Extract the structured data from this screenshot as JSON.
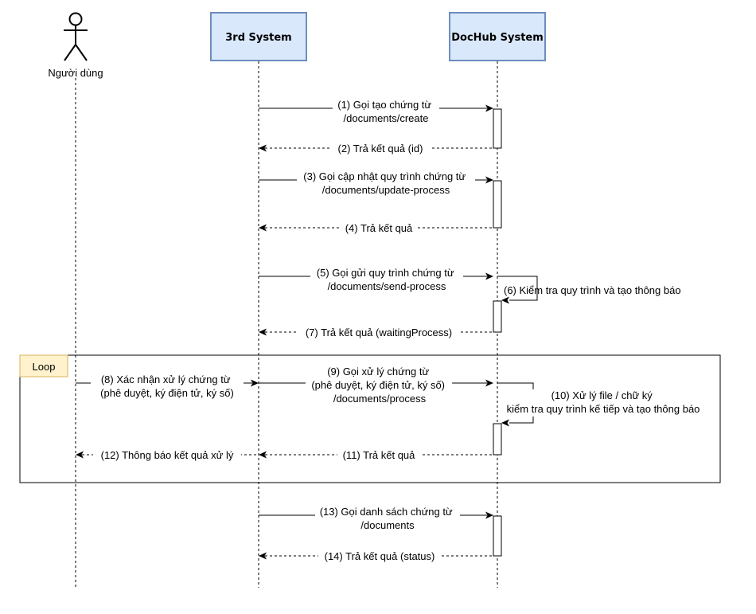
{
  "participants": {
    "user": {
      "label": "Người dùng",
      "icon": "stick-figure-actor-icon"
    },
    "third": {
      "label": "3rd System"
    },
    "dochub": {
      "label": "DocHub System"
    }
  },
  "loop": {
    "label": "Loop"
  },
  "messages": [
    {
      "lines": [
        "(1) Gọi tạo chứng từ",
        "/documents/create"
      ]
    },
    {
      "lines": [
        "(2) Trả kết quả (id)"
      ]
    },
    {
      "lines": [
        "(3) Gọi cập nhật quy trình chứng từ",
        "/documents/update-process"
      ]
    },
    {
      "lines": [
        "(4) Trả kết quả"
      ]
    },
    {
      "lines": [
        "(5) Gọi gửi quy trình chứng từ",
        "/documents/send-process"
      ]
    },
    {
      "lines": [
        "(6) Kiểm tra quy trình và tạo thông báo"
      ]
    },
    {
      "lines": [
        "(7) Trả kết quả (waitingProcess)"
      ]
    },
    {
      "lines": [
        "(8) Xác nhận xử lý chứng từ",
        "(phê duyệt, ký điện tử, ký số)"
      ]
    },
    {
      "lines": [
        "(9) Gọi xử lý chứng từ",
        "(phê duyệt, ký điện tử, ký số)",
        "/documents/process"
      ]
    },
    {
      "lines": [
        "(10) Xử lý file / chữ ký",
        "kiểm tra quy trình kế tiếp và tạo thông báo"
      ]
    },
    {
      "lines": [
        "(11) Trả kết quả"
      ]
    },
    {
      "lines": [
        "(12) Thông báo kết quả xử lý"
      ]
    },
    {
      "lines": [
        "(13) Gọi danh sách chứng từ",
        "/documents"
      ]
    },
    {
      "lines": [
        "(14) Trả kết quả (status)"
      ]
    }
  ]
}
